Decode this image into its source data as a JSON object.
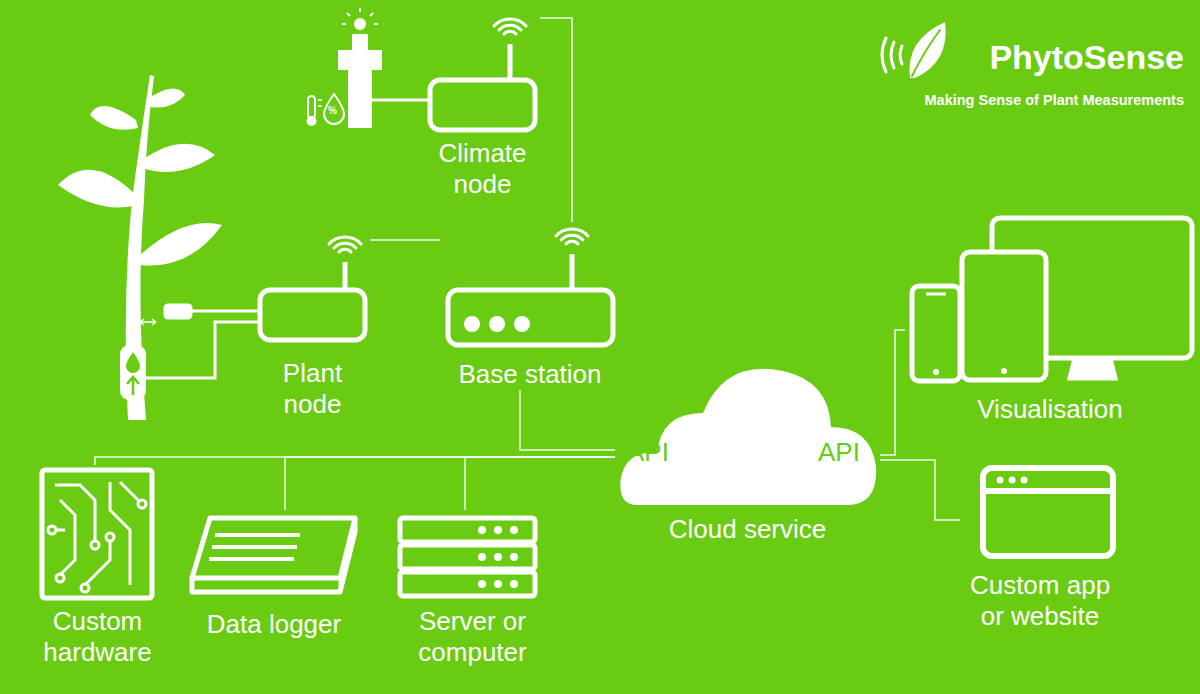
{
  "diagram": {
    "title": "PhytoSense",
    "caption": "Making Sense of Plant Measurements",
    "nodes": [
      {
        "text": [
          "Climate node"
        ]
      },
      {
        "text": [
          "Plant node"
        ]
      },
      {
        "text": [
          "Base station"
        ]
      },
      {
        "text": [
          "API",
          "API",
          "Cloud service"
        ]
      },
      {
        "text": [
          "Visualisation"
        ]
      },
      {
        "text": [
          "Custom hardware"
        ]
      },
      {
        "text": [
          "Data logger"
        ]
      },
      {
        "text": [
          "Server or computer"
        ]
      },
      {
        "text": [
          "Custom app or website"
        ]
      }
    ],
    "edges": [
      {
        "from": 0,
        "to": 2,
        "arrow": "none"
      },
      {
        "from": 1,
        "to": 2,
        "arrow": "none"
      },
      {
        "from": 2,
        "to": 3,
        "arrow": "none"
      },
      {
        "from": 5,
        "to": 3,
        "arrow": "none"
      },
      {
        "from": 6,
        "to": 3,
        "arrow": "none"
      },
      {
        "from": 7,
        "to": 3,
        "arrow": "none"
      },
      {
        "from": 3,
        "to": 4,
        "arrow": "none"
      },
      {
        "from": 3,
        "to": 8,
        "arrow": "none"
      }
    ],
    "labels": [
      "%"
    ]
  }
}
